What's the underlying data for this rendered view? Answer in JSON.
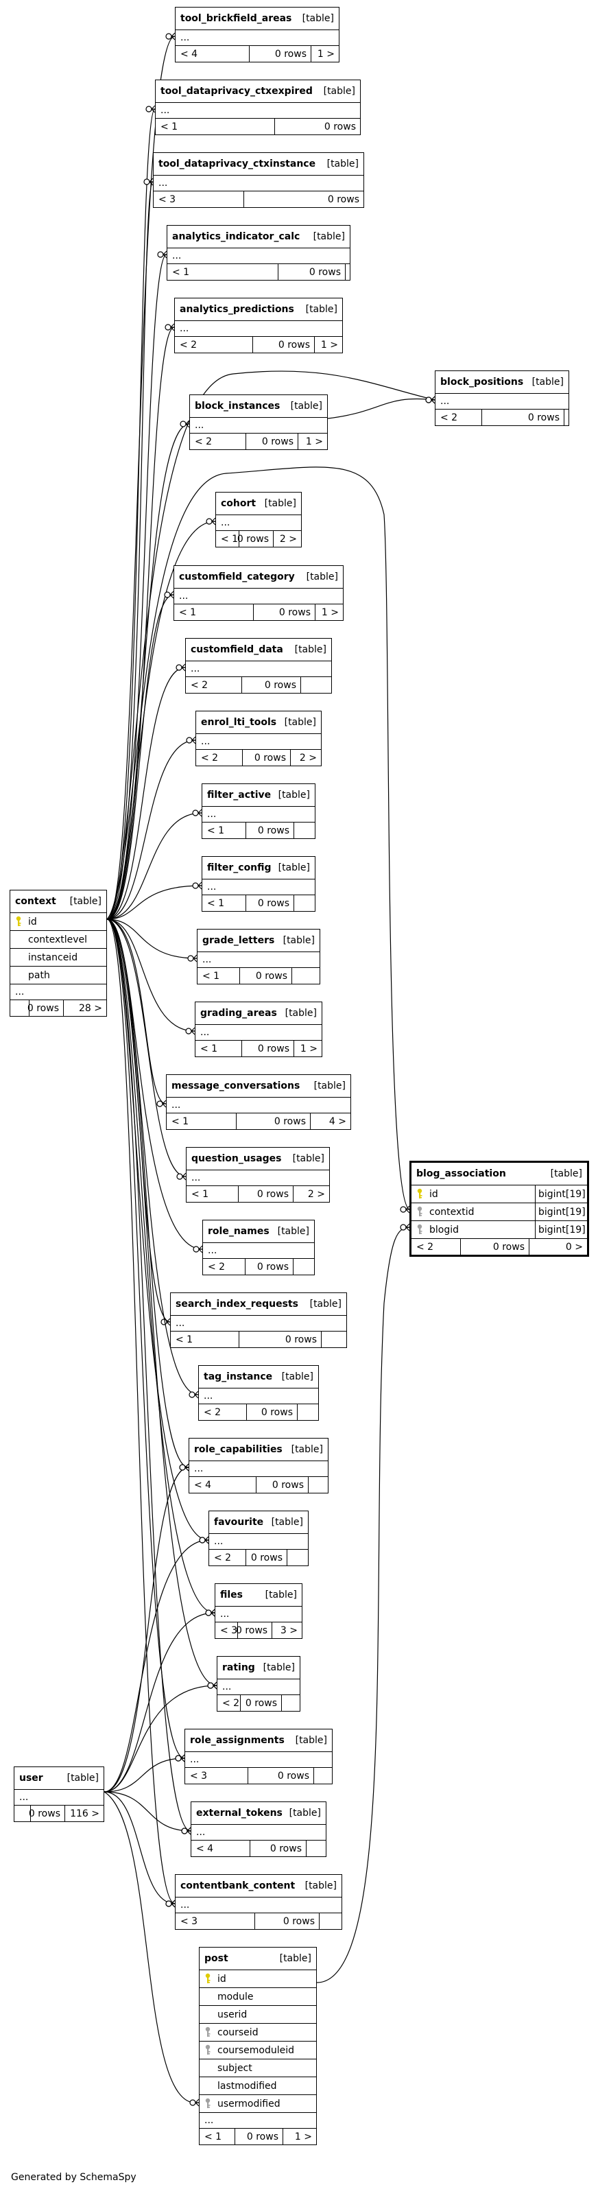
{
  "footer": "Generated by SchemaSpy",
  "labels": {
    "table_type": "[table]",
    "ellipsis": "...",
    "rows_suffix": "rows"
  },
  "tables": {
    "tool_brickfield_areas": {
      "name": "tool_brickfield_areas",
      "columns": [],
      "ellipsis": true,
      "parents": "< 4",
      "rows": "0 rows",
      "children": "1 >"
    },
    "tool_dataprivacy_ctxexpired": {
      "name": "tool_dataprivacy_ctxexpired",
      "columns": [],
      "ellipsis": true,
      "parents": "< 1",
      "rows": "0 rows",
      "children": ""
    },
    "tool_dataprivacy_ctxinstance": {
      "name": "tool_dataprivacy_ctxinstance",
      "columns": [],
      "ellipsis": true,
      "parents": "< 3",
      "rows": "0 rows",
      "children": ""
    },
    "analytics_indicator_calc": {
      "name": "analytics_indicator_calc",
      "columns": [],
      "ellipsis": true,
      "parents": "< 1",
      "rows": "0 rows",
      "children": ""
    },
    "analytics_predictions": {
      "name": "analytics_predictions",
      "columns": [],
      "ellipsis": true,
      "parents": "< 2",
      "rows": "0 rows",
      "children": "1 >"
    },
    "block_positions": {
      "name": "block_positions",
      "columns": [],
      "ellipsis": true,
      "parents": "< 2",
      "rows": "0 rows",
      "children": ""
    },
    "block_instances": {
      "name": "block_instances",
      "columns": [],
      "ellipsis": true,
      "parents": "< 2",
      "rows": "0 rows",
      "children": "1 >"
    },
    "cohort": {
      "name": "cohort",
      "columns": [],
      "ellipsis": true,
      "parents": "< 1",
      "rows": "0 rows",
      "children": "2 >"
    },
    "customfield_category": {
      "name": "customfield_category",
      "columns": [],
      "ellipsis": true,
      "parents": "< 1",
      "rows": "0 rows",
      "children": "1 >"
    },
    "customfield_data": {
      "name": "customfield_data",
      "columns": [],
      "ellipsis": true,
      "parents": "< 2",
      "rows": "0 rows",
      "children": ""
    },
    "enrol_lti_tools": {
      "name": "enrol_lti_tools",
      "columns": [],
      "ellipsis": true,
      "parents": "< 2",
      "rows": "0 rows",
      "children": "2 >"
    },
    "filter_active": {
      "name": "filter_active",
      "columns": [],
      "ellipsis": true,
      "parents": "< 1",
      "rows": "0 rows",
      "children": ""
    },
    "filter_config": {
      "name": "filter_config",
      "columns": [],
      "ellipsis": true,
      "parents": "< 1",
      "rows": "0 rows",
      "children": ""
    },
    "context": {
      "name": "context",
      "columns": [
        {
          "name": "id",
          "key": "pk",
          "type": ""
        },
        {
          "name": "contextlevel",
          "key": "",
          "type": ""
        },
        {
          "name": "instanceid",
          "key": "",
          "type": ""
        },
        {
          "name": "path",
          "key": "",
          "type": ""
        }
      ],
      "ellipsis": true,
      "parents": "",
      "rows": "0 rows",
      "children": "28 >"
    },
    "grade_letters": {
      "name": "grade_letters",
      "columns": [],
      "ellipsis": true,
      "parents": "< 1",
      "rows": "0 rows",
      "children": ""
    },
    "grading_areas": {
      "name": "grading_areas",
      "columns": [],
      "ellipsis": true,
      "parents": "< 1",
      "rows": "0 rows",
      "children": "1 >"
    },
    "message_conversations": {
      "name": "message_conversations",
      "columns": [],
      "ellipsis": true,
      "parents": "< 1",
      "rows": "0 rows",
      "children": "4 >"
    },
    "question_usages": {
      "name": "question_usages",
      "columns": [],
      "ellipsis": true,
      "parents": "< 1",
      "rows": "0 rows",
      "children": "2 >"
    },
    "blog_association": {
      "name": "blog_association",
      "columns": [
        {
          "name": "id",
          "key": "pk",
          "type": "bigint[19]"
        },
        {
          "name": "contextid",
          "key": "fk",
          "type": "bigint[19]"
        },
        {
          "name": "blogid",
          "key": "fk",
          "type": "bigint[19]"
        }
      ],
      "ellipsis": false,
      "parents": "< 2",
      "rows": "0 rows",
      "children": "0 >"
    },
    "role_names": {
      "name": "role_names",
      "columns": [],
      "ellipsis": true,
      "parents": "< 2",
      "rows": "0 rows",
      "children": ""
    },
    "search_index_requests": {
      "name": "search_index_requests",
      "columns": [],
      "ellipsis": true,
      "parents": "< 1",
      "rows": "0 rows",
      "children": ""
    },
    "tag_instance": {
      "name": "tag_instance",
      "columns": [],
      "ellipsis": true,
      "parents": "< 2",
      "rows": "0 rows",
      "children": ""
    },
    "role_capabilities": {
      "name": "role_capabilities",
      "columns": [],
      "ellipsis": true,
      "parents": "< 4",
      "rows": "0 rows",
      "children": ""
    },
    "favourite": {
      "name": "favourite",
      "columns": [],
      "ellipsis": true,
      "parents": "< 2",
      "rows": "0 rows",
      "children": ""
    },
    "files": {
      "name": "files",
      "columns": [],
      "ellipsis": true,
      "parents": "< 3",
      "rows": "0 rows",
      "children": "3 >"
    },
    "rating": {
      "name": "rating",
      "columns": [],
      "ellipsis": true,
      "parents": "< 2",
      "rows": "0 rows",
      "children": ""
    },
    "role_assignments": {
      "name": "role_assignments",
      "columns": [],
      "ellipsis": true,
      "parents": "< 3",
      "rows": "0 rows",
      "children": ""
    },
    "user": {
      "name": "user",
      "columns": [],
      "ellipsis": true,
      "parents": "",
      "rows": "0 rows",
      "children": "116 >"
    },
    "external_tokens": {
      "name": "external_tokens",
      "columns": [],
      "ellipsis": true,
      "parents": "< 4",
      "rows": "0 rows",
      "children": ""
    },
    "contentbank_content": {
      "name": "contentbank_content",
      "columns": [],
      "ellipsis": true,
      "parents": "< 3",
      "rows": "0 rows",
      "children": ""
    },
    "post": {
      "name": "post",
      "columns": [
        {
          "name": "id",
          "key": "pk",
          "type": ""
        },
        {
          "name": "module",
          "key": "",
          "type": ""
        },
        {
          "name": "userid",
          "key": "",
          "type": ""
        },
        {
          "name": "courseid",
          "key": "fk",
          "type": ""
        },
        {
          "name": "coursemoduleid",
          "key": "fk",
          "type": ""
        },
        {
          "name": "subject",
          "key": "",
          "type": ""
        },
        {
          "name": "lastmodified",
          "key": "",
          "type": ""
        },
        {
          "name": "usermodified",
          "key": "fk",
          "type": ""
        }
      ],
      "ellipsis": true,
      "parents": "< 1",
      "rows": "0 rows",
      "children": "1 >"
    }
  },
  "relationships": [
    {
      "from": "context",
      "to": "tool_brickfield_areas"
    },
    {
      "from": "context",
      "to": "tool_dataprivacy_ctxexpired"
    },
    {
      "from": "context",
      "to": "tool_dataprivacy_ctxinstance"
    },
    {
      "from": "context",
      "to": "analytics_indicator_calc"
    },
    {
      "from": "context",
      "to": "analytics_predictions"
    },
    {
      "from": "context",
      "to": "block_positions"
    },
    {
      "from": "block_instances",
      "to": "block_positions"
    },
    {
      "from": "context",
      "to": "block_instances"
    },
    {
      "from": "context",
      "to": "blog_association",
      "col": 1
    },
    {
      "from": "post",
      "to": "blog_association",
      "col": 2
    },
    {
      "from": "context",
      "to": "cohort"
    },
    {
      "from": "context",
      "to": "customfield_category"
    },
    {
      "from": "context",
      "to": "customfield_data"
    },
    {
      "from": "context",
      "to": "enrol_lti_tools"
    },
    {
      "from": "context",
      "to": "filter_active"
    },
    {
      "from": "context",
      "to": "filter_config"
    },
    {
      "from": "context",
      "to": "grade_letters"
    },
    {
      "from": "context",
      "to": "grading_areas"
    },
    {
      "from": "context",
      "to": "message_conversations"
    },
    {
      "from": "context",
      "to": "question_usages"
    },
    {
      "from": "context",
      "to": "role_names"
    },
    {
      "from": "context",
      "to": "search_index_requests"
    },
    {
      "from": "context",
      "to": "tag_instance"
    },
    {
      "from": "context",
      "to": "role_capabilities"
    },
    {
      "from": "user",
      "to": "role_capabilities"
    },
    {
      "from": "context",
      "to": "favourite"
    },
    {
      "from": "user",
      "to": "favourite"
    },
    {
      "from": "context",
      "to": "files"
    },
    {
      "from": "user",
      "to": "files"
    },
    {
      "from": "context",
      "to": "rating"
    },
    {
      "from": "user",
      "to": "rating"
    },
    {
      "from": "context",
      "to": "role_assignments"
    },
    {
      "from": "user",
      "to": "role_assignments"
    },
    {
      "from": "context",
      "to": "external_tokens"
    },
    {
      "from": "user",
      "to": "external_tokens"
    },
    {
      "from": "context",
      "to": "contentbank_content"
    },
    {
      "from": "user",
      "to": "contentbank_content"
    },
    {
      "from": "user",
      "to": "post",
      "col": 7
    }
  ]
}
